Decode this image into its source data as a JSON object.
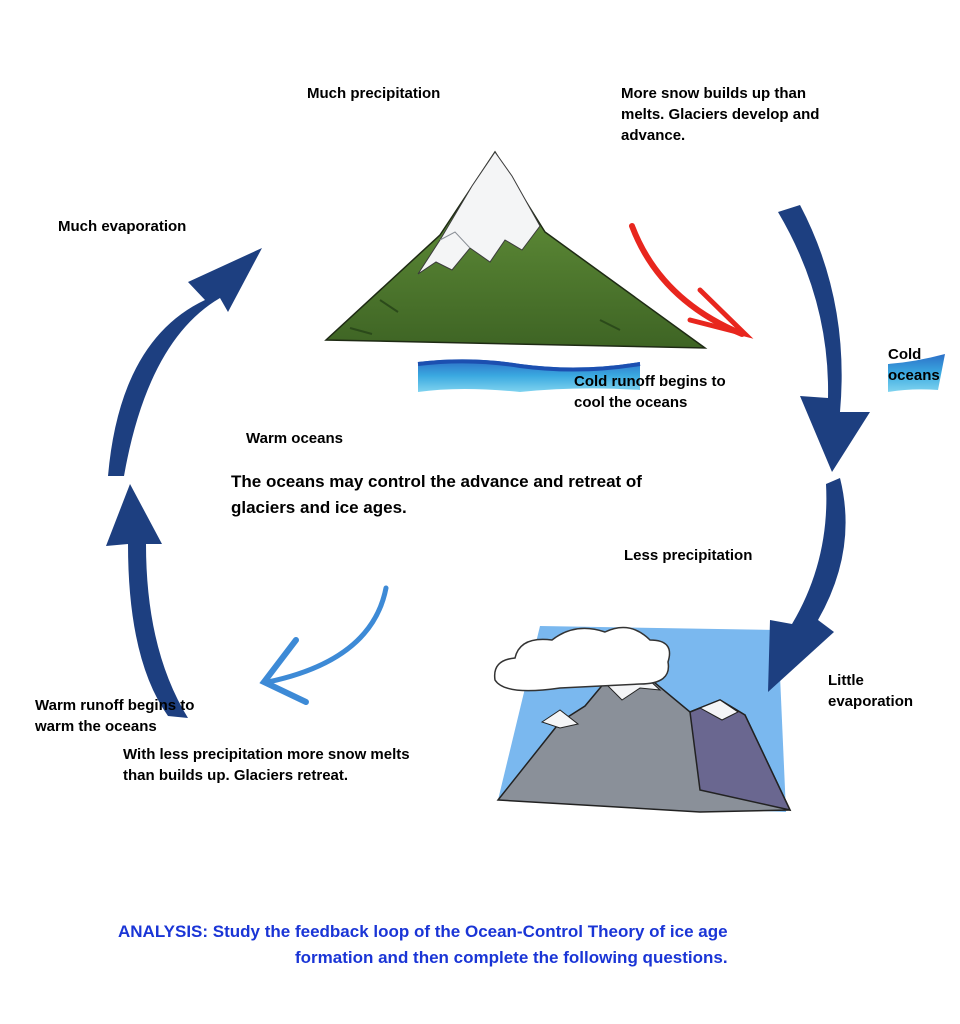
{
  "labels": {
    "much_precipitation": "Much precipitation",
    "snow_builds": [
      "More snow builds up than",
      "melts. Glaciers develop and",
      "advance."
    ],
    "much_evaporation": "Much evaporation",
    "cold_oceans": [
      "Cold",
      "oceans"
    ],
    "cold_runoff": [
      "Cold runoff begins to",
      "cool the oceans"
    ],
    "warm_oceans": "Warm oceans",
    "ocean_control": [
      "The oceans may control the advance and retreat of",
      "glaciers and ice ages."
    ],
    "less_precipitation": "Less precipitation",
    "little_evaporation": [
      "Little",
      "evaporation"
    ],
    "warm_runoff": [
      "Warm runoff begins to",
      "warm the oceans"
    ],
    "glaciers_retreat": [
      "With less precipitation more snow melts",
      "than builds up. Glaciers retreat."
    ]
  },
  "analysis": [
    "ANALYSIS: Study the feedback loop of the Ocean-Control Theory of ice age",
    "formation and then complete the following questions."
  ],
  "icons": {
    "loop_arrow": "dark-blue-curved-arrow",
    "cooling_arrow": "red-curved-arrow",
    "warming_arrow": "light-blue-curved-arrow",
    "glacier_mountain": "snow-capped-green-mountain",
    "retreat_mountains": "grey-mountains-with-cloud",
    "ocean": "ocean-waves"
  },
  "colors": {
    "loop_arrow": "#1d3f80",
    "cooling_arrow": "#e8261e",
    "warming_arrow": "#3d8ad6",
    "analysis_text": "#1a35d6",
    "sky": "#7ab8ef",
    "ocean": "#3aa9e0",
    "grass": "#4e7a2c"
  }
}
